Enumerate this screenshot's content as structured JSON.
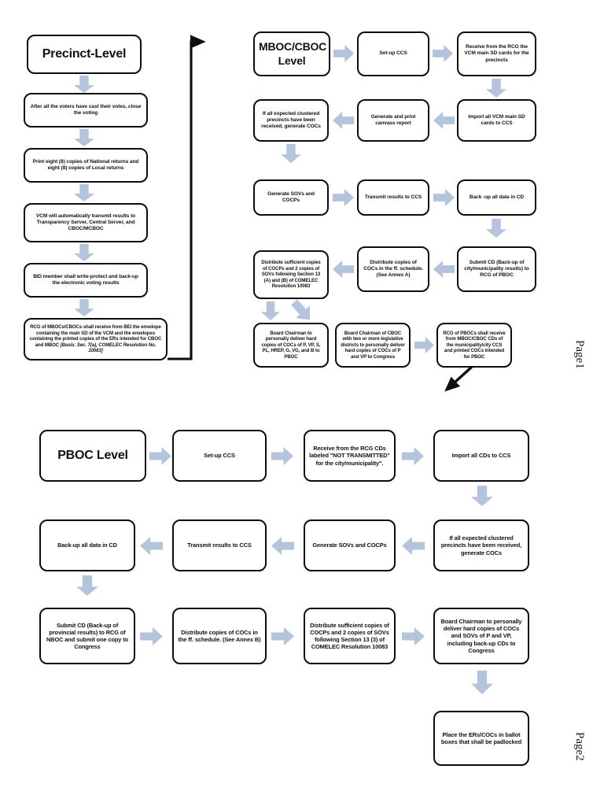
{
  "document": {
    "page_labels": [
      "Page1",
      "Page2"
    ],
    "arrow_color": "#b4c4dd",
    "node_border_color": "#0d0d0d",
    "background": "#ffffff"
  },
  "precinct_section": {
    "title": "Precinct-Level",
    "steps": [
      "After all the voters have cast their votes, close the voting",
      "Print eight (8) copies of National returns and eight (8) copies of Local returns",
      "VCM will automatically transmit results to Transparency Server, Central Server, and CBOC/MCBOC",
      "BEI member shall write-protect and back-up the electronic voting results"
    ],
    "final_step": {
      "body": "RCG of MBOCs/CBOCs shall  receive from BEI the envelope containing the main SD of the VCM and the envelopes containing the printed copies of the ERs intended for CBOC and MBOC ",
      "citation": "[Basis: Sec. 7(a), COMELEC Resolution No. 10083]"
    }
  },
  "mboc_section": {
    "title": "MBOC/CBOC Level",
    "row1": [
      "Set-up CCS",
      "Receive from the RCG the VCM main SD cards for the precincts"
    ],
    "row2": [
      "If all expected clustered precincts have been received, generate COCs",
      "Generate and print canvass report",
      "Import all  VCM main SD cards to CCS"
    ],
    "row3": [
      "Generate SOVs and COCPs",
      "Transmit results to CCS",
      "Back -up all data in CD"
    ],
    "row4": [
      "Distribute sufficient copies of COCPs and 2 copies of SOVs following Section 13 (A) and (B) of COMELEC Resolution 10083",
      "Distribute copies of COCs in the ff. schedule. (See Annex A)",
      "Submit CD (Back-up of city/municipality results) to RCG of PBOC"
    ],
    "row5": [
      "Board Chairman to personally deliver hard copies of COCs of P, VP, S, PL, HREP, G, VG, and B to PBOC",
      "Board Chairman of CBOC with two or more legislative districts to personally deliver hard copies of COCs of P and VP to Congress",
      "RCG of PBOCs shall receive from MBOC/CBOC CDs of the municipality/city CCS and printed COCs intended for PBOC"
    ]
  },
  "pboc_section": {
    "title": "PBOC Level",
    "row1": [
      "Set-up CCS",
      "Receive from the RCG CDs labeled \"NOT TRANSMITTED\" for the city/municipality\".",
      "Import all CDs to CCS"
    ],
    "row2": [
      "Back-up all data in CD",
      "Transmit results to CCS",
      "Generate SOVs and COCPs",
      "If all expected clustered precincts have been received, generate COCs"
    ],
    "row3": [
      "Submit CD (Back-up of provincial results) to RCG of NBOC and submit one copy to Congress",
      "Distribute copies of COCs in the ff. schedule. (See Annex B)",
      "Distribute sufficient copies of COCPs and 2 copies of SOVs following Section 13 (3) of COMELEC Resolution 10083",
      "Board Chairman to personally deliver hard copies of COCs and SOVs of P and VP, including back-up CDs to Congress"
    ],
    "final_step": "Place the ERs/COCs in ballot boxes that shall be padlocked"
  }
}
